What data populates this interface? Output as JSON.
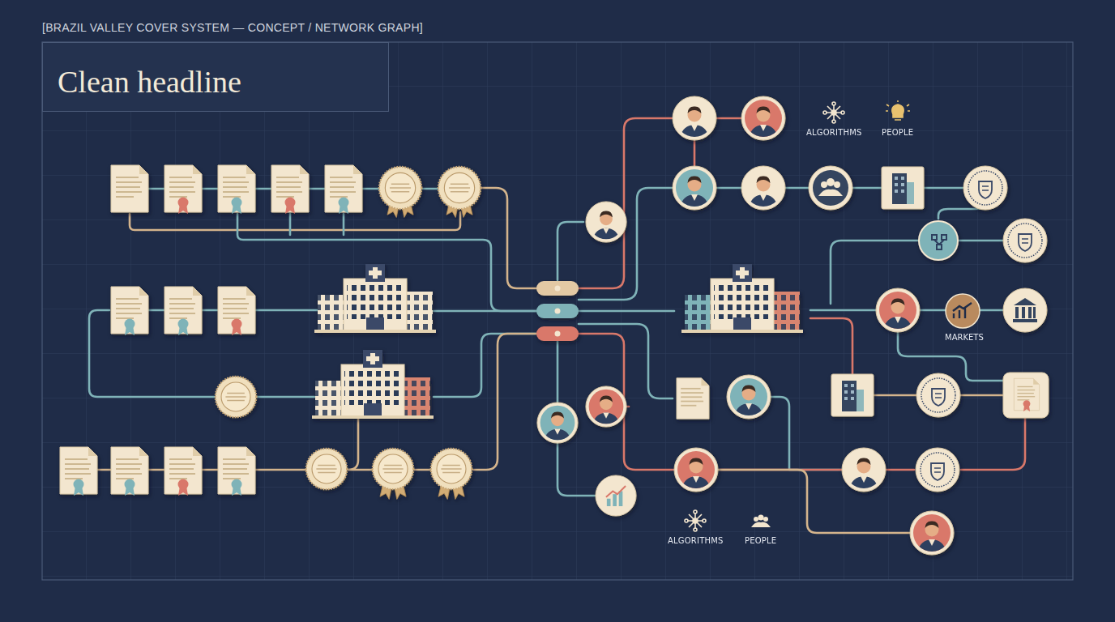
{
  "diagram": {
    "title": "Clean headline",
    "nodes": [
      {
        "text": [
          "MARKETS"
        ]
      }
    ],
    "labels": [
      "[BRAZIL VALLEY COVER SYSTEM — CONCEPT / NETWORK GRAPH]",
      "ALGORITHMS",
      "PEOPLE",
      "ALGORITHMS",
      "PEOPLE"
    ]
  }
}
